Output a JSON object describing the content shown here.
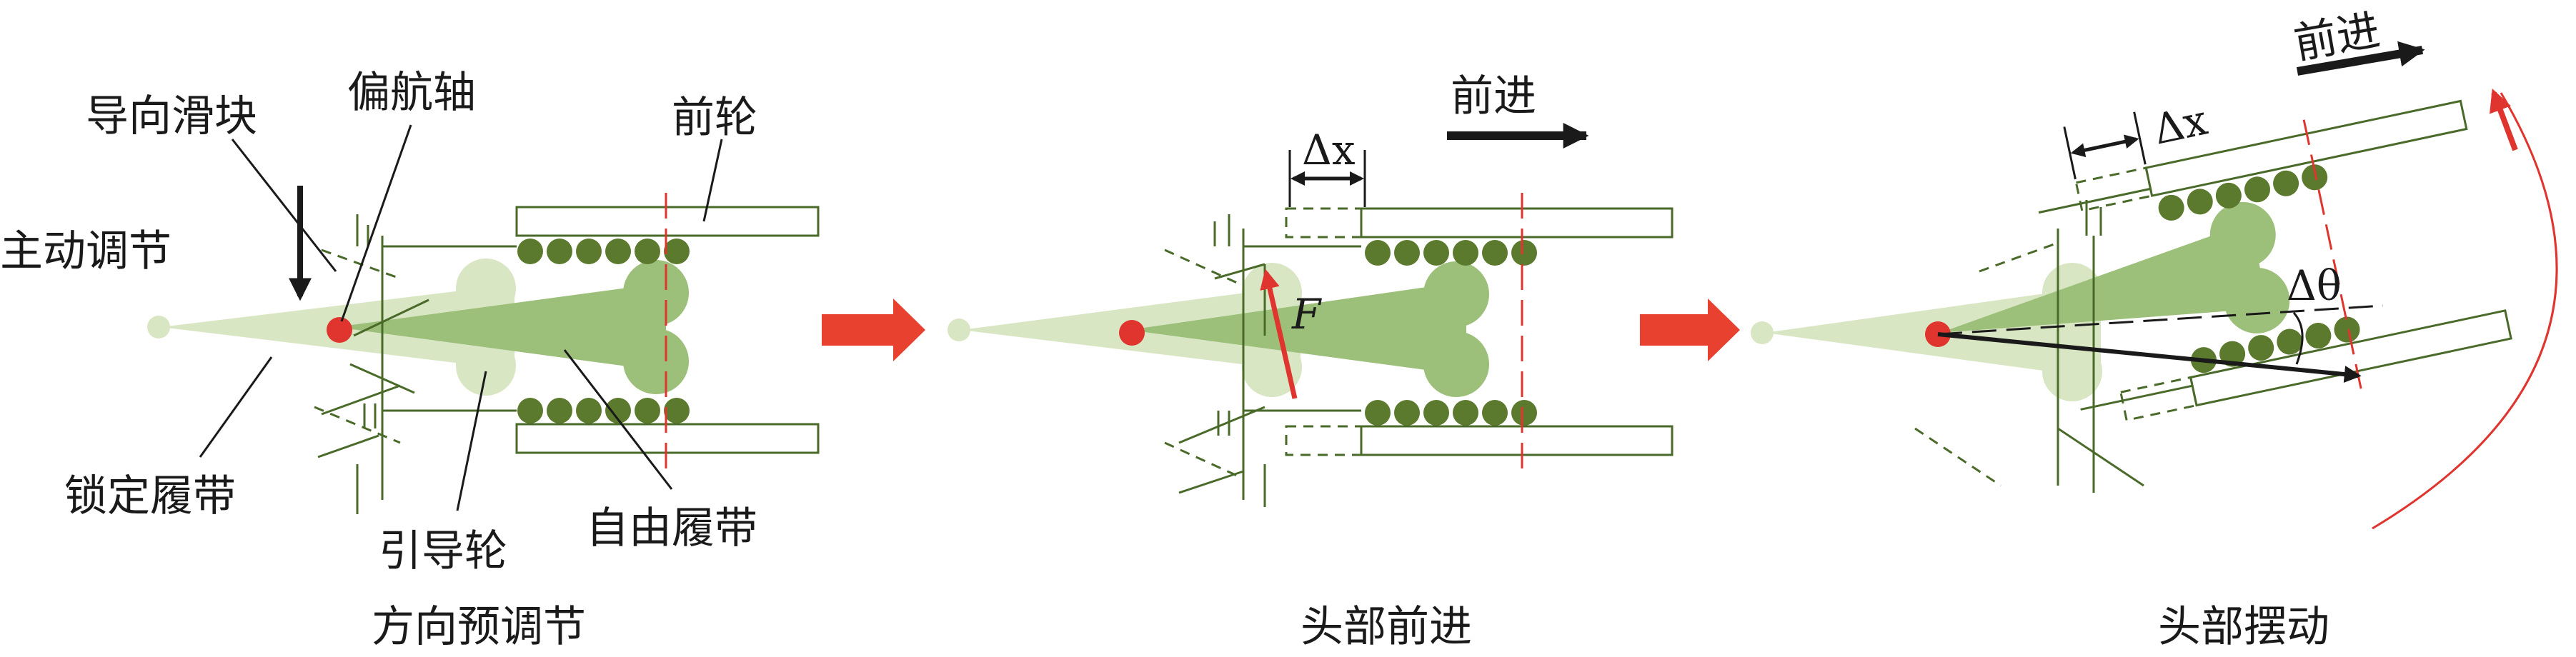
{
  "labels": {
    "active_adjust": "主动调节",
    "guide_slider": "导向滑块",
    "yaw_axis": "偏航轴",
    "front_wheel": "前轮",
    "locked_track": "锁定履带",
    "guide_wheel": "引导轮",
    "free_track": "自由履带",
    "forward_1": "前进",
    "forward_2": "前进",
    "delta_x_1": "Δx",
    "delta_x_2": "Δx",
    "force": "F",
    "delta_theta": "Δθ"
  },
  "captions": {
    "stage1": "方向预调节",
    "stage2": "头部前进",
    "stage3": "头部摆动"
  },
  "colors": {
    "track_wheel": "#5b7a2e",
    "light_body": "#d9e6c4",
    "dark_body": "#9cbf7a",
    "outline": "#4a6a2a",
    "accent_red": "#e0342e",
    "arrow_red": "#e8412f",
    "black": "#1a1a1a"
  }
}
